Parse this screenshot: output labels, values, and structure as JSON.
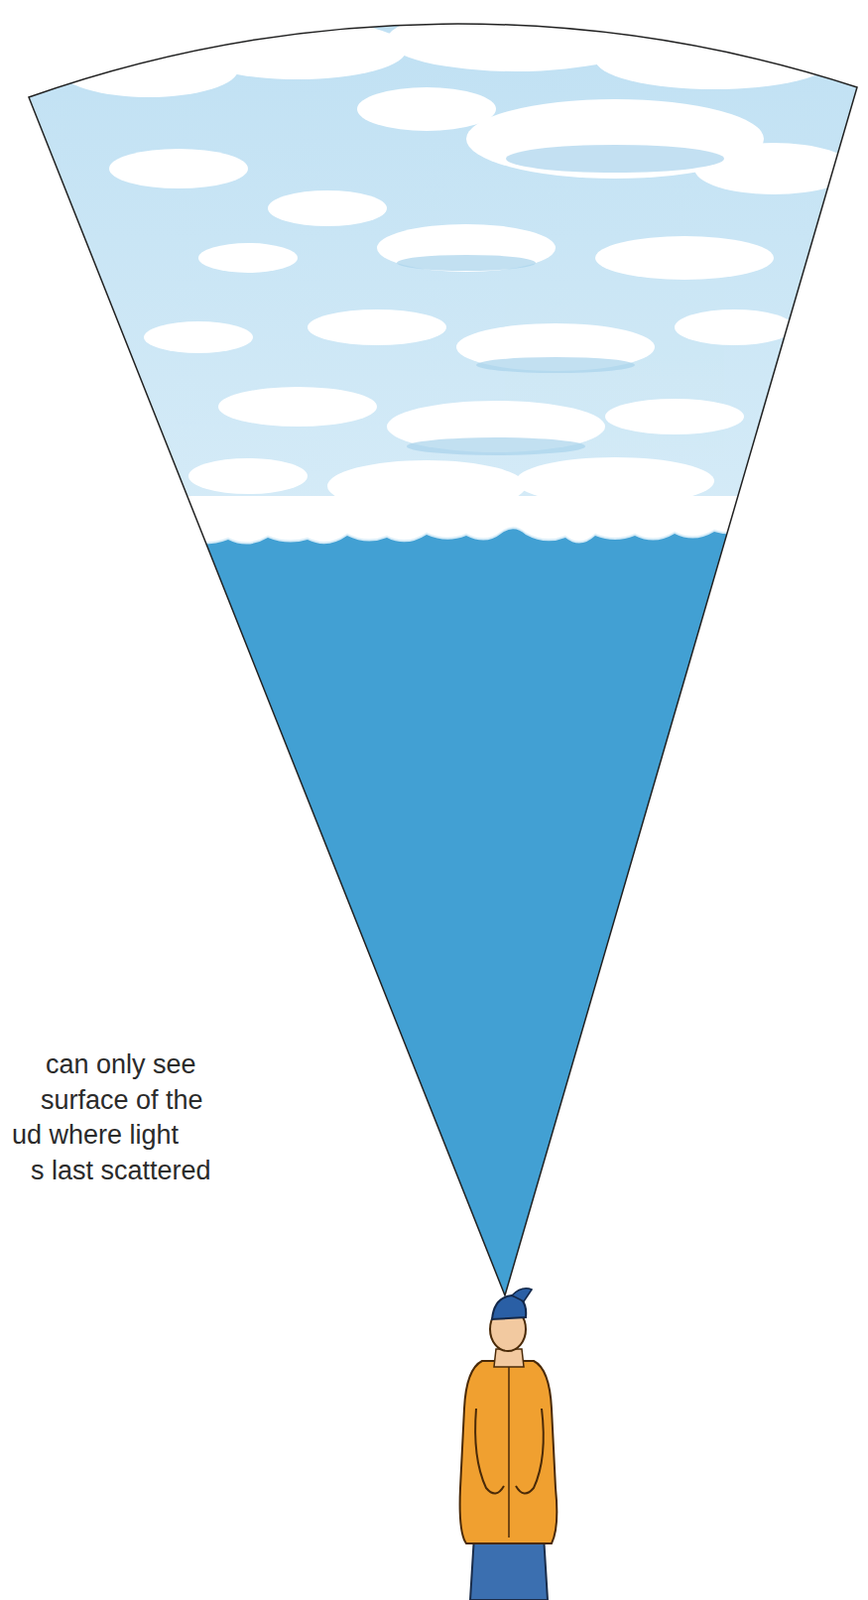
{
  "diagram": {
    "labels": [
      "can only see",
      "surface of the",
      "ud where light",
      "s last scattered"
    ]
  }
}
